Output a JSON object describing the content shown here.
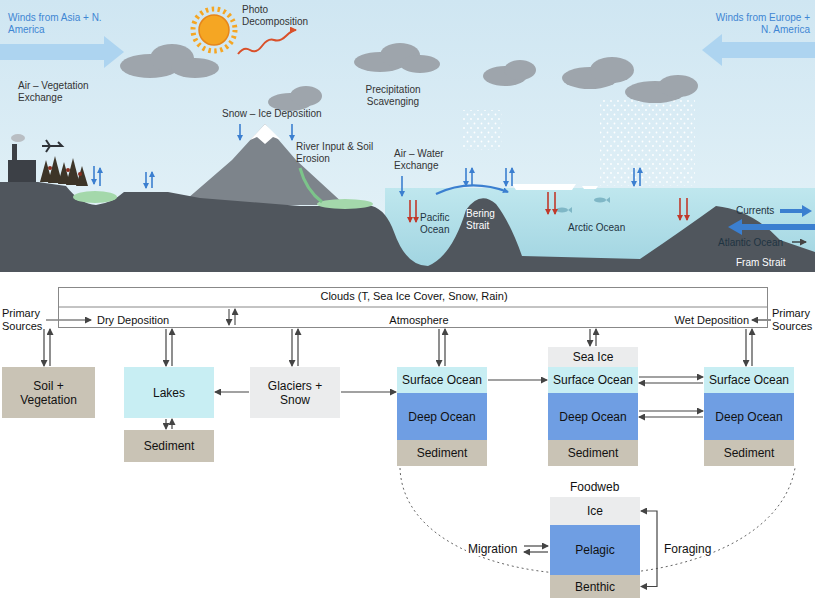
{
  "diagram": {
    "nodes": [
      {
        "text": [
          "Clouds (T, Sea Ice Cover, Snow, Rain)",
          "Dry Deposition",
          "Atmosphere",
          "Wet Deposition"
        ]
      },
      {
        "text": [
          "Soil + Vegetation"
        ]
      },
      {
        "text": [
          "Lakes"
        ]
      },
      {
        "text": [
          "Sediment"
        ]
      },
      {
        "text": [
          "Glaciers + Snow"
        ]
      },
      {
        "text": [
          "Surface Ocean"
        ]
      },
      {
        "text": [
          "Deep Ocean"
        ]
      },
      {
        "text": [
          "Sediment"
        ]
      },
      {
        "text": [
          "Sea Ice"
        ]
      },
      {
        "text": [
          "Surface Ocean"
        ]
      },
      {
        "text": [
          "Deep Ocean"
        ]
      },
      {
        "text": [
          "Sediment"
        ]
      },
      {
        "text": [
          "Surface Ocean"
        ]
      },
      {
        "text": [
          "Deep Ocean"
        ]
      },
      {
        "text": [
          "Sediment"
        ]
      },
      {
        "text": [
          "Ice"
        ]
      },
      {
        "text": [
          "Pelagic"
        ]
      },
      {
        "text": [
          "Benthic"
        ]
      }
    ],
    "edges": [
      {
        "from": 0,
        "to": 1,
        "arrow": "both"
      },
      {
        "from": 0,
        "to": 2,
        "arrow": "both"
      },
      {
        "from": 2,
        "to": 3,
        "arrow": "both"
      },
      {
        "from": 0,
        "to": 4,
        "arrow": "both"
      },
      {
        "from": 4,
        "to": 2,
        "arrow": "to"
      },
      {
        "from": 4,
        "to": 5,
        "arrow": "to"
      },
      {
        "from": 0,
        "to": 5,
        "arrow": "both"
      },
      {
        "from": 5,
        "to": 6,
        "arrow": "to"
      },
      {
        "from": 6,
        "to": 7,
        "arrow": "to"
      },
      {
        "from": 0,
        "to": 8,
        "arrow": "both"
      },
      {
        "from": 8,
        "to": 9,
        "arrow": "both"
      },
      {
        "from": 5,
        "to": 9,
        "arrow": "to"
      },
      {
        "from": 9,
        "to": 10,
        "arrow": "to"
      },
      {
        "from": 10,
        "to": 11,
        "arrow": "to"
      },
      {
        "from": 9,
        "to": 12,
        "arrow": "both"
      },
      {
        "from": 10,
        "to": 13,
        "arrow": "both"
      },
      {
        "from": 0,
        "to": 12,
        "arrow": "both"
      },
      {
        "from": 12,
        "to": 13,
        "arrow": "to"
      },
      {
        "from": 13,
        "to": 14,
        "arrow": "to"
      },
      {
        "from": 15,
        "to": 17,
        "label": "Foraging",
        "arrow": "both"
      }
    ],
    "labels": [
      "Photo Decomposition",
      "Winds from Asia + N. America",
      "Winds from Europe + N. America",
      "Snow – Ice Deposition",
      "Air – Vegetation Exchange",
      "Precipitation Scavenging",
      "River Input & Soil Erosion",
      "Air – Water Exchange",
      "Pacific Ocean",
      "Bering Strait",
      "Arctic Ocean",
      "Currents",
      "Atlantic Ocean",
      "Fram Strait",
      "Primary Sources",
      "Primary Sources",
      "Foodweb",
      "Migration"
    ]
  }
}
